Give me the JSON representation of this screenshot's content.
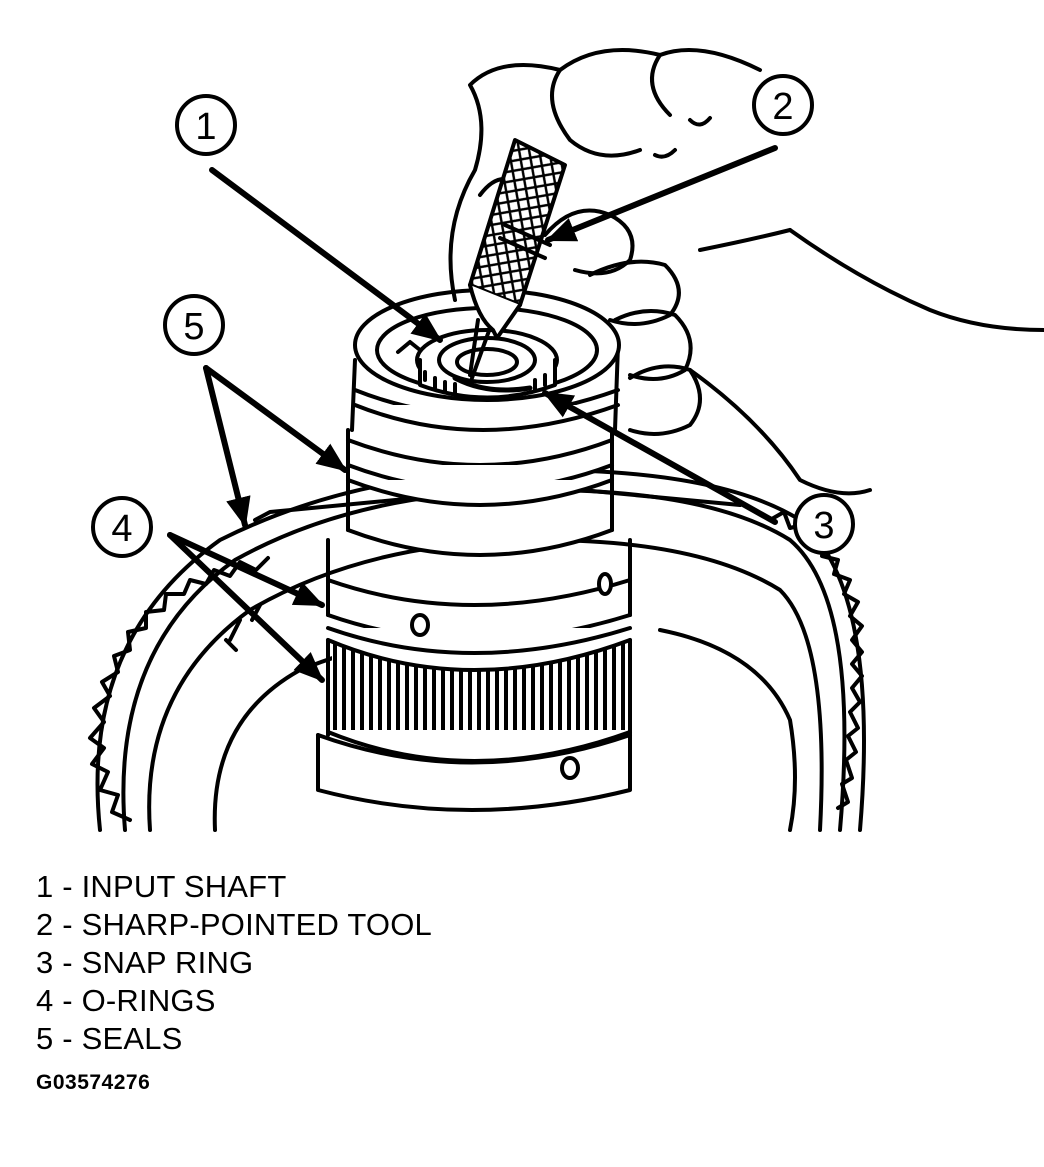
{
  "callouts": [
    {
      "num": "1"
    },
    {
      "num": "2"
    },
    {
      "num": "3"
    },
    {
      "num": "4"
    },
    {
      "num": "5"
    }
  ],
  "legend": [
    {
      "text": "1 - INPUT SHAFT"
    },
    {
      "text": "2 - SHARP-POINTED TOOL"
    },
    {
      "text": "3 - SNAP RING"
    },
    {
      "text": "4 - O-RINGS"
    },
    {
      "text": "5 - SEALS"
    }
  ],
  "figure_code": "G03574276"
}
